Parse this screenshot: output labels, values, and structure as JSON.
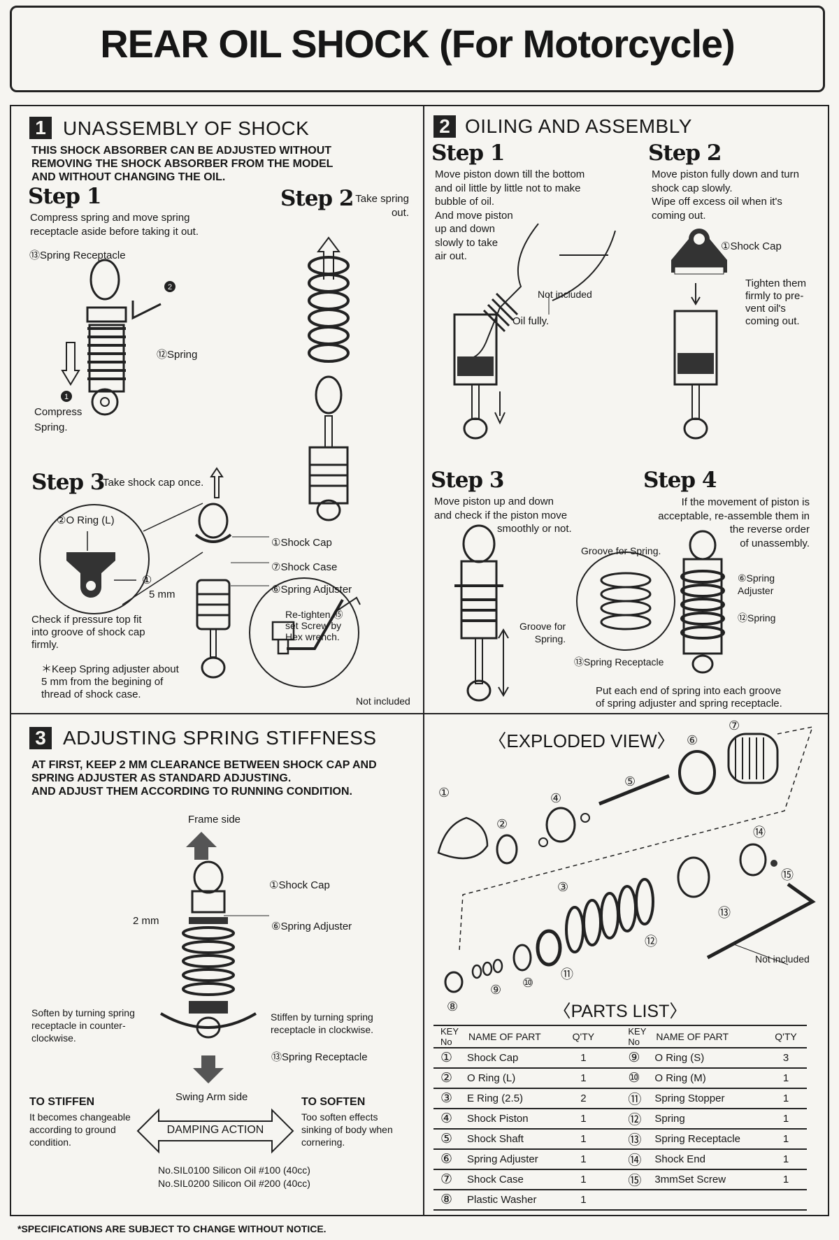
{
  "title": "REAR OIL SHOCK (For Motorcycle)",
  "section1": {
    "num": "1",
    "heading": "UNASSEMBLY OF SHOCK",
    "intro": "THIS SHOCK ABSORBER CAN BE ADJUSTED WITHOUT\nREMOVING THE SHOCK ABSORBER FROM THE MODEL\nAND WITHOUT CHANGING THE OIL.",
    "step1": {
      "label": "Step 1",
      "text": "Compress spring and move spring\nreceptacle aside  before  taking  it out.",
      "callout_receptacle": "⑬Spring Receptacle",
      "callout_spring": "⑫Spring",
      "marker2": "2",
      "marker1": "1",
      "compress": "Compress\nSpring."
    },
    "step2": {
      "label": "Step 2",
      "text": "Take spring\nout."
    },
    "step3": {
      "label": "Step 3",
      "text": "Take shock cap once.",
      "oring": "②O Ring (L)",
      "oring_marker": "①",
      "mm": "5 mm",
      "check": "Check if pressure top fit\ninto groove of shock cap\nfirmly.",
      "keep": "＊Keep Spring adjuster about\n   5 mm from the begining of\n   thread of shock case.",
      "shock_cap": "①Shock Cap",
      "shock_case": "⑦Shock Case",
      "spring_adjuster": "⑥Spring Adjuster",
      "retighten": "Re-tighten ⑮\nset Screw by\nHex wrench.",
      "not_included": "Not included"
    }
  },
  "section2": {
    "num": "2",
    "heading": "OILING AND ASSEMBLY",
    "step1": {
      "label": "Step 1",
      "text": "Move piston down till the bottom\nand oil little by little not to make\nbubble of oil.\nAnd move piston\nup and down\nslowly to take\nair out.",
      "not_included": "Not included",
      "oil_fully": "Oil fully."
    },
    "step2": {
      "label": "Step 2",
      "text": "Move piston fully down and turn\nshock cap slowly.\nWipe off  excess  oil  when  it's\ncoming out.",
      "shock_cap": "①Shock Cap",
      "tighten": "Tighten them\nfirmly to pre-\nvent oil's\ncoming out."
    },
    "step3": {
      "label": "Step 3",
      "text": "Move piston up and down\nand check if the piston move",
      "text2": "smoothly or not."
    },
    "step4": {
      "label": "Step 4",
      "text": "If the movement of piston is\nacceptable, re-assemble them in\nthe reverse order\nof unassembly.",
      "groove1": "Groove for Spring.",
      "groove2": "Groove for\nSpring.",
      "spring_adjuster": "⑥Spring\n    Adjuster",
      "spring": "⑫Spring",
      "receptacle": "⑬Spring Receptacle",
      "note": "Put each end of spring  into  each  groove\nof spring adjuster and spring receptacle."
    }
  },
  "section3": {
    "num": "3",
    "heading": "ADJUSTING SPRING STIFFNESS",
    "intro": "AT FIRST, KEEP 2 MM CLEARANCE BETWEEN SHOCK CAP AND\nSPRING ADJUSTER AS STANDARD ADJUSTING.\nAND ADJUST THEM ACCORDING TO RUNNING CONDITION.",
    "frame_side": "Frame side",
    "shock_cap": "①Shock Cap",
    "mm": "2 mm",
    "spring_adjuster": "⑥Spring Adjuster",
    "soften_turn": "Soften by turning spring\nreceptacle  in  counter-\nclockwise.",
    "stiffen_turn": "Stiffen by turning spring\nreceptacle in clockwise.",
    "receptacle": "⑬Spring Receptacle",
    "swing_arm": "Swing Arm side",
    "to_stiffen": "TO STIFFEN",
    "stiffen_desc": "It becomes changeable\naccording to ground\ncondition.",
    "damping": "DAMPING ACTION",
    "to_soften": "TO SOFTEN",
    "soften_desc": "Too  soften  effects\nsinking of body when\ncornering.",
    "oils": [
      "No.SIL0100   Silicon Oil  #100 (40cc)",
      "No.SIL0200   Silicon Oil  #200 (40cc)"
    ]
  },
  "exploded": {
    "heading": "〈EXPLODED VIEW〉",
    "not_included": "Not included",
    "markers": [
      "①",
      "②",
      "③",
      "④",
      "⑤",
      "⑥",
      "⑦",
      "⑧",
      "⑨",
      "⑩",
      "⑪",
      "⑫",
      "⑬",
      "⑭",
      "⑮"
    ]
  },
  "parts_list": {
    "heading": "〈PARTS LIST〉",
    "headers": {
      "key": "KEY No",
      "name": "NAME OF PART",
      "qty": "Q'TY"
    },
    "left": [
      {
        "key": "①",
        "name": "Shock Cap",
        "qty": "1"
      },
      {
        "key": "②",
        "name": "O Ring (L)",
        "qty": "1"
      },
      {
        "key": "③",
        "name": "E Ring  (2.5)",
        "qty": "2"
      },
      {
        "key": "④",
        "name": "Shock Piston",
        "qty": "1"
      },
      {
        "key": "⑤",
        "name": "Shock Shaft",
        "qty": "1"
      },
      {
        "key": "⑥",
        "name": "Spring Adjuster",
        "qty": "1"
      },
      {
        "key": "⑦",
        "name": "Shock Case",
        "qty": "1"
      },
      {
        "key": "⑧",
        "name": "Plastic Washer",
        "qty": "1"
      }
    ],
    "right": [
      {
        "key": "⑨",
        "name": "O Ring (S)",
        "qty": "3"
      },
      {
        "key": "⑩",
        "name": "O Ring (M)",
        "qty": "1"
      },
      {
        "key": "⑪",
        "name": "Spring Stopper",
        "qty": "1"
      },
      {
        "key": "⑫",
        "name": "Spring",
        "qty": "1"
      },
      {
        "key": "⑬",
        "name": "Spring Receptacle",
        "qty": "1"
      },
      {
        "key": "⑭",
        "name": "Shock End",
        "qty": "1"
      },
      {
        "key": "⑮",
        "name": "3mmSet Screw",
        "qty": "1"
      }
    ]
  },
  "footer": "*SPECIFICATIONS ARE SUBJECT TO CHANGE WITHOUT NOTICE."
}
